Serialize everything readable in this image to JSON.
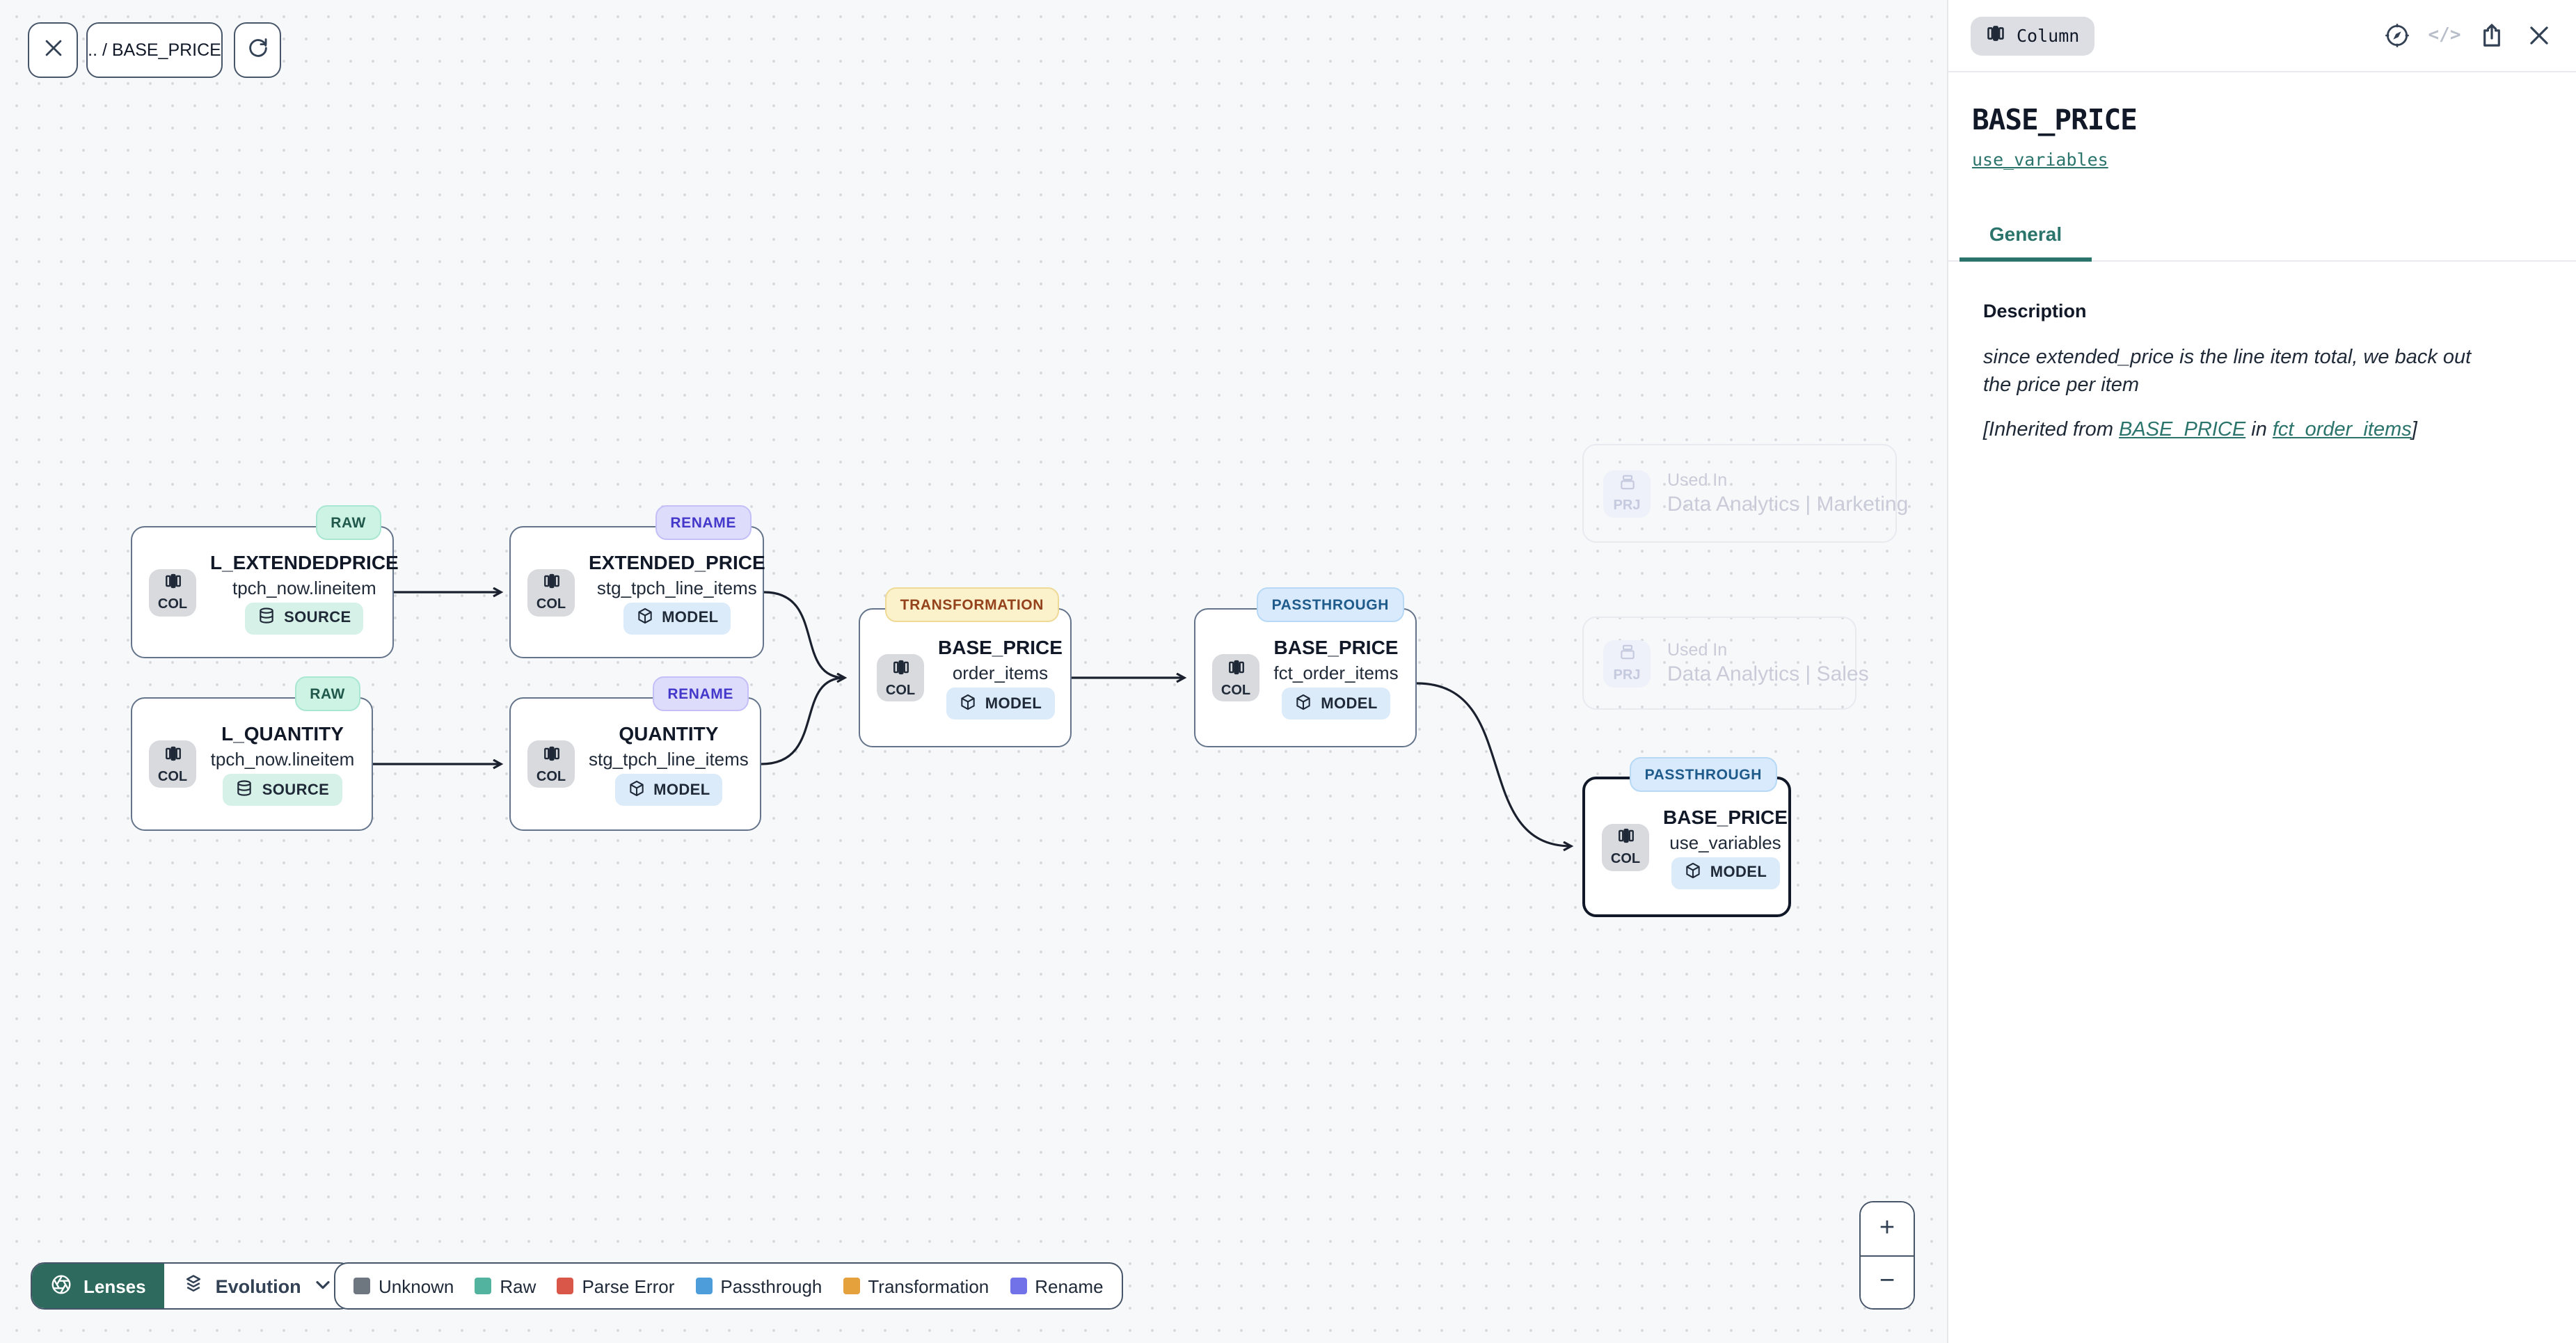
{
  "toolbar": {
    "breadcrumb": ".. / BASE_PRICE"
  },
  "canvas": {
    "nodes": [
      {
        "title": "L_EXTENDEDPRICE",
        "subtitle": "tpch_now.lineitem",
        "badge": "COL",
        "type": "SOURCE",
        "tag": "RAW"
      },
      {
        "title": "L_QUANTITY",
        "subtitle": "tpch_now.lineitem",
        "badge": "COL",
        "type": "SOURCE",
        "tag": "RAW"
      },
      {
        "title": "EXTENDED_PRICE",
        "subtitle": "stg_tpch_line_items",
        "badge": "COL",
        "type": "MODEL",
        "tag": "RENAME"
      },
      {
        "title": "QUANTITY",
        "subtitle": "stg_tpch_line_items",
        "badge": "COL",
        "type": "MODEL",
        "tag": "RENAME"
      },
      {
        "title": "BASE_PRICE",
        "subtitle": "order_items",
        "badge": "COL",
        "type": "MODEL",
        "tag": "TRANSFORMATION"
      },
      {
        "title": "BASE_PRICE",
        "subtitle": "fct_order_items",
        "badge": "COL",
        "type": "MODEL",
        "tag": "PASSTHROUGH"
      },
      {
        "title": "BASE_PRICE",
        "subtitle": "use_variables",
        "badge": "COL",
        "type": "MODEL",
        "tag": "PASSTHROUGH",
        "selected": true
      }
    ],
    "ghost_nodes": [
      {
        "label": "Used In",
        "name": "Data Analytics | Marketing",
        "badge": "PRJ"
      },
      {
        "label": "Used In",
        "name": "Data Analytics | Sales",
        "badge": "PRJ"
      }
    ],
    "zoom_controls": {
      "zoom_in": "+",
      "zoom_out": "−"
    }
  },
  "footer": {
    "lenses_label": "Lenses",
    "evolution_label": "Evolution",
    "legend": {
      "items": [
        {
          "label": "Unknown",
          "color": "#6e7680"
        },
        {
          "label": "Raw",
          "color": "#52b39e"
        },
        {
          "label": "Parse Error",
          "color": "#d95749"
        },
        {
          "label": "Passthrough",
          "color": "#4e9ddb"
        },
        {
          "label": "Transformation",
          "color": "#e5a23c"
        },
        {
          "label": "Rename",
          "color": "#7272e8"
        }
      ]
    }
  },
  "panel": {
    "kind_badge": "Column",
    "header_icons": {
      "code_label": "</>"
    },
    "title": "BASE_PRICE",
    "model_link": "use_variables",
    "tabs": [
      {
        "label": "General",
        "active": true
      }
    ],
    "description_heading": "Description",
    "description": "since extended_price is the line item total, we back out the price per item",
    "inherited": {
      "prefix": "[Inherited from ",
      "link1": "BASE_PRICE",
      "mid": " in ",
      "link2": "fct_order_items",
      "suffix": "]"
    }
  },
  "colors": {
    "accent_teal": "#2a746c",
    "lenses_bg": "#2e6a5e",
    "canvas_bg": "#f7f8fa",
    "card_border": "#64748b",
    "selected_border": "#111827",
    "tag_raw_bg": "#ccf3e4",
    "tag_rename_bg": "#dedcfb",
    "tag_transformation_bg": "#fbf2cc",
    "tag_passthrough_bg": "#d8eafc",
    "pill_source_bg": "#d6f1e7",
    "pill_model_bg": "#dcebfa"
  }
}
